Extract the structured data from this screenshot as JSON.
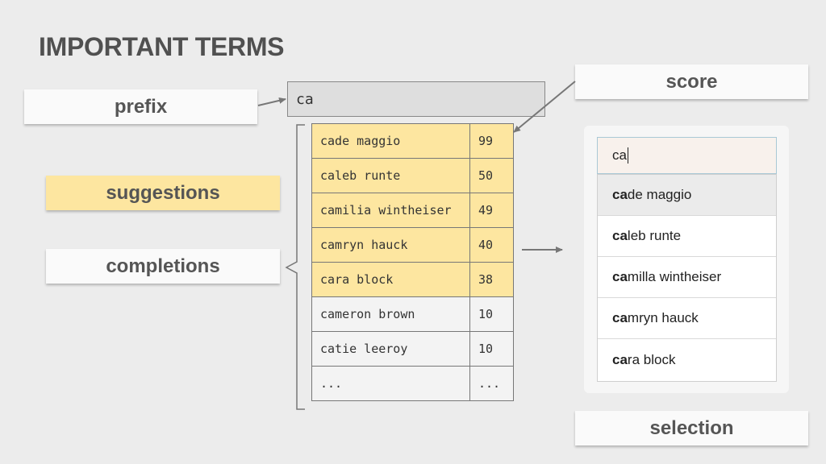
{
  "title": "IMPORTANT TERMS",
  "labels": {
    "prefix": "prefix",
    "suggestions": "suggestions",
    "completions": "completions",
    "score": "score",
    "selection": "selection"
  },
  "prefix_value": "ca",
  "terms": [
    {
      "name": "cade maggio",
      "score": "99",
      "highlighted": true
    },
    {
      "name": "caleb runte",
      "score": "50",
      "highlighted": true
    },
    {
      "name": "camilia wintheiser",
      "score": "49",
      "highlighted": true
    },
    {
      "name": "camryn hauck",
      "score": "40",
      "highlighted": true
    },
    {
      "name": "cara block",
      "score": "38",
      "highlighted": true
    },
    {
      "name": "cameron brown",
      "score": "10",
      "highlighted": false
    },
    {
      "name": "catie leeroy",
      "score": "10",
      "highlighted": false
    },
    {
      "name": "...",
      "score": "...",
      "highlighted": false
    }
  ],
  "search": {
    "value": "ca"
  },
  "dropdown": [
    {
      "match": "ca",
      "rest": "de maggio"
    },
    {
      "match": "ca",
      "rest": "leb runte"
    },
    {
      "match": "ca",
      "rest": "milla wintheiser"
    },
    {
      "match": "ca",
      "rest": "mryn hauck"
    },
    {
      "match": "ca",
      "rest": "ra block"
    }
  ],
  "colors": {
    "highlight": "#fde6a0",
    "arrow": "#777777"
  }
}
